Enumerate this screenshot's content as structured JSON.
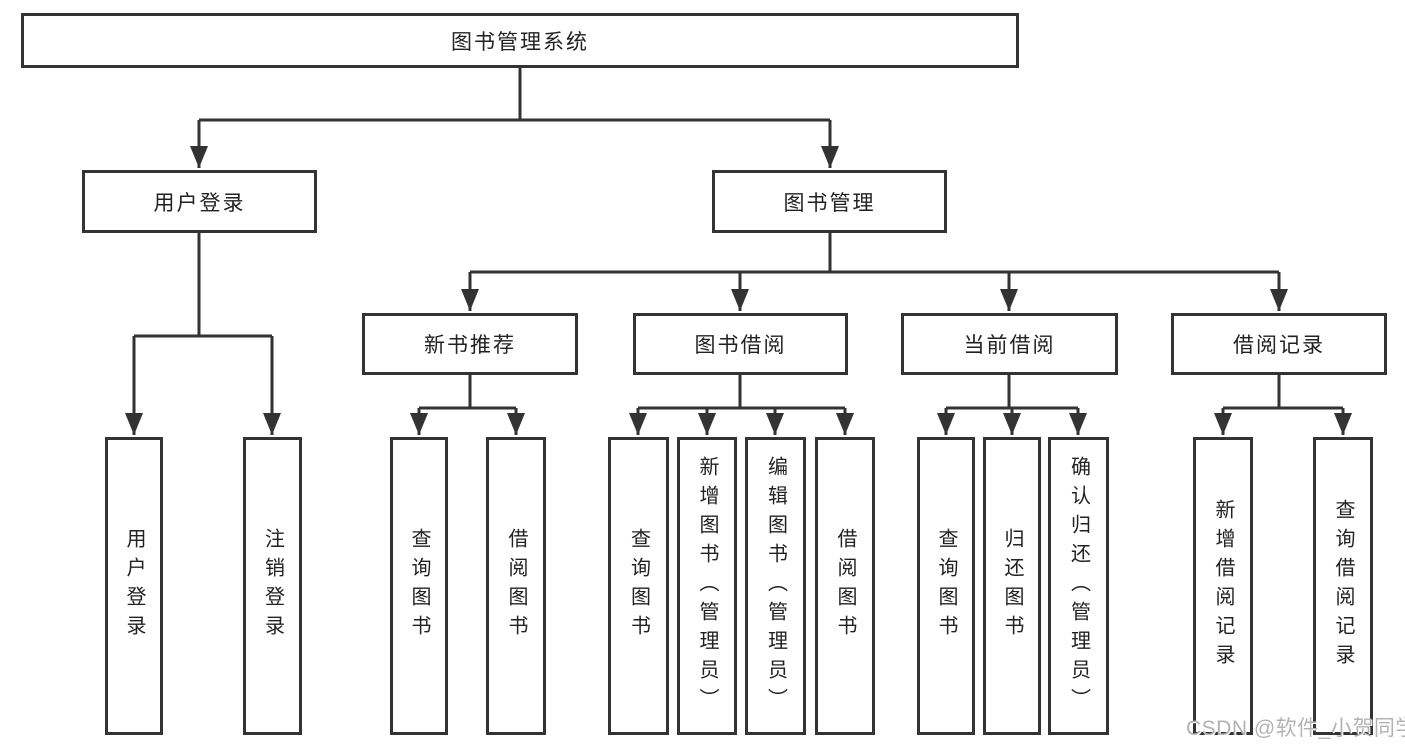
{
  "diagram": {
    "watermark": "CSDN @软件_小贺同学",
    "colors": {
      "line": "#333333",
      "box_border": "#333333",
      "box_background": "#ffffff",
      "text": "#222222",
      "watermark": "#b3b3b3"
    },
    "nodes": {
      "root": "图书管理系统",
      "user_login": "用户登录",
      "book_mgmt": "图书管理",
      "new_book_rec": "新书推荐",
      "book_borrow": "图书借阅",
      "current_borrow": "当前借阅",
      "borrow_records": "借阅记录",
      "leaf_user_login": "用户登录",
      "leaf_logout": "注销登录",
      "leaf_rec_query_book": "查询图书",
      "leaf_rec_borrow_book": "借阅图书",
      "leaf_bb_query_book": "查询图书",
      "leaf_bb_add_book_admin": "新增图书（管理员）",
      "leaf_bb_edit_book_admin": "编辑图书（管理员）",
      "leaf_bb_borrow_book": "借阅图书",
      "leaf_cur_query_book": "查询图书",
      "leaf_cur_return_book": "归还图书",
      "leaf_cur_confirm_return_admin": "确认归还（管理员）",
      "leaf_rec_add_record": "新增借阅记录",
      "leaf_rec_query_record": "查询借阅记录"
    },
    "tree": {
      "root": [
        "user_login",
        "book_mgmt"
      ],
      "user_login": [
        "leaf_user_login",
        "leaf_logout"
      ],
      "book_mgmt": [
        "new_book_rec",
        "book_borrow",
        "current_borrow",
        "borrow_records"
      ],
      "new_book_rec": [
        "leaf_rec_query_book",
        "leaf_rec_borrow_book"
      ],
      "book_borrow": [
        "leaf_bb_query_book",
        "leaf_bb_add_book_admin",
        "leaf_bb_edit_book_admin",
        "leaf_bb_borrow_book"
      ],
      "current_borrow": [
        "leaf_cur_query_book",
        "leaf_cur_return_book",
        "leaf_cur_confirm_return_admin"
      ],
      "borrow_records": [
        "leaf_rec_add_record",
        "leaf_rec_query_record"
      ]
    }
  }
}
